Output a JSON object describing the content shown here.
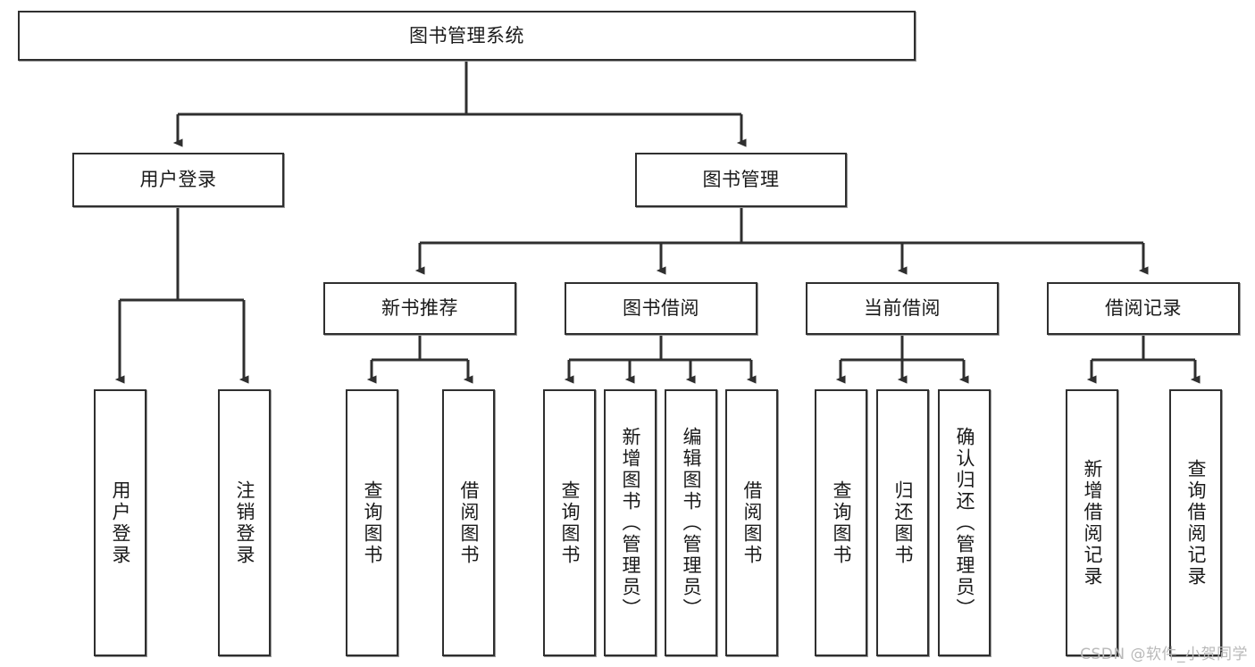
{
  "diagram": {
    "type": "tree-hierarchy",
    "title": "图书管理系统",
    "watermark": "CSDN @软件_小贺同学",
    "colors": {
      "background": "#ffffff",
      "box_border": "#2f2f2f",
      "box_fill": "#ffffff",
      "connector": "#2f2f2f",
      "text": "#1a1a1a",
      "watermark": "#b9b9b9"
    },
    "levels": {
      "level1": [
        {
          "id": "root",
          "label": "图书管理系统",
          "orientation": "horizontal"
        }
      ],
      "level2": [
        {
          "id": "user-login",
          "label": "用户登录",
          "orientation": "horizontal"
        },
        {
          "id": "book-management",
          "label": "图书管理",
          "orientation": "horizontal"
        }
      ],
      "level3": [
        {
          "id": "new-book-recommend",
          "label": "新书推荐",
          "orientation": "horizontal",
          "parent": "book-management"
        },
        {
          "id": "book-borrow",
          "label": "图书借阅",
          "orientation": "horizontal",
          "parent": "book-management"
        },
        {
          "id": "current-borrow",
          "label": "当前借阅",
          "orientation": "horizontal",
          "parent": "book-management"
        },
        {
          "id": "borrow-record",
          "label": "借阅记录",
          "orientation": "horizontal",
          "parent": "book-management"
        }
      ],
      "level4": [
        {
          "id": "leaf-user-login",
          "label": "用户登录",
          "orientation": "vertical",
          "parent": "user-login"
        },
        {
          "id": "leaf-logout",
          "label": "注销登录",
          "orientation": "vertical",
          "parent": "user-login"
        },
        {
          "id": "leaf-query-book-1",
          "label": "查询图书",
          "orientation": "vertical",
          "parent": "new-book-recommend"
        },
        {
          "id": "leaf-borrow-book-1",
          "label": "借阅图书",
          "orientation": "vertical",
          "parent": "new-book-recommend"
        },
        {
          "id": "leaf-query-book-2",
          "label": "查询图书",
          "orientation": "vertical",
          "parent": "book-borrow"
        },
        {
          "id": "leaf-add-book",
          "label": "新增图书（管理员）",
          "orientation": "vertical",
          "parent": "book-borrow"
        },
        {
          "id": "leaf-edit-book",
          "label": "编辑图书（管理员）",
          "orientation": "vertical",
          "parent": "book-borrow"
        },
        {
          "id": "leaf-borrow-book-2",
          "label": "借阅图书",
          "orientation": "vertical",
          "parent": "book-borrow"
        },
        {
          "id": "leaf-query-book-3",
          "label": "查询图书",
          "orientation": "vertical",
          "parent": "current-borrow"
        },
        {
          "id": "leaf-return-book",
          "label": "归还图书",
          "orientation": "vertical",
          "parent": "current-borrow"
        },
        {
          "id": "leaf-confirm-return",
          "label": "确认归还（管理员）",
          "orientation": "vertical",
          "parent": "current-borrow"
        },
        {
          "id": "leaf-add-record",
          "label": "新增借阅记录",
          "orientation": "vertical",
          "parent": "borrow-record"
        },
        {
          "id": "leaf-query-record",
          "label": "查询借阅记录",
          "orientation": "vertical",
          "parent": "borrow-record"
        }
      ]
    }
  }
}
